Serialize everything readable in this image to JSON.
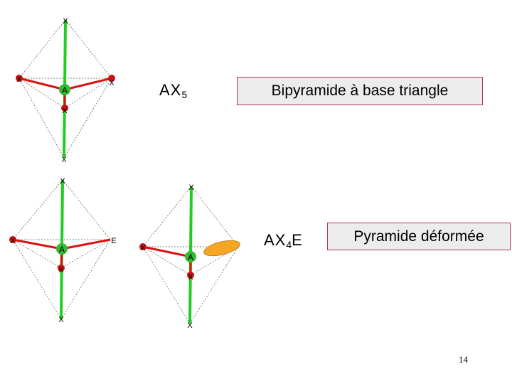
{
  "slide": {
    "page_number": "14",
    "molecule1": {
      "formula_main": "AX",
      "formula_sub": "5",
      "name": "Bipyramide à base triangle",
      "atom_labels": {
        "center": "A",
        "ligand": "X"
      }
    },
    "molecule2": {
      "formula_main": "AX",
      "formula_sub": "4",
      "formula_tail": "E",
      "name": "Pyramide déformée",
      "atom_labels": {
        "center": "A",
        "ligand": "X",
        "lone_pair": "E"
      }
    }
  },
  "colors": {
    "axial_bond": "#22cc22",
    "equatorial_bond": "#dd1111",
    "equatorial_atom": "#cc1111",
    "central_atom": "#33bb33",
    "lone_pair": "#f5a623",
    "box_border": "#b0306f",
    "box_fill": "#ececec"
  }
}
